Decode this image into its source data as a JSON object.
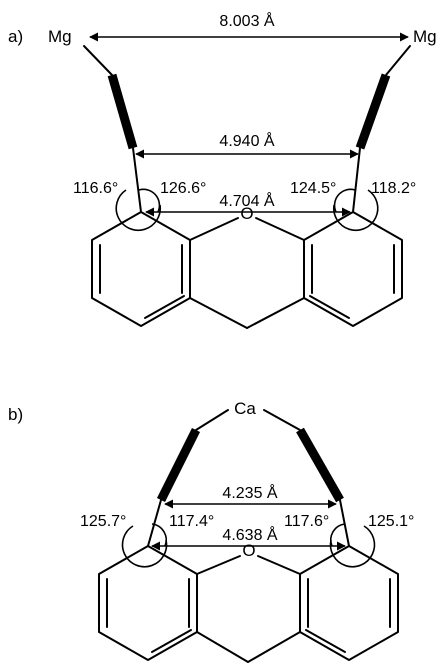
{
  "panel_a": {
    "label": "a)",
    "metal_left": "Mg",
    "metal_right": "Mg",
    "distance_metal": "8.003 Å",
    "distance_upper": "4.940 Å",
    "distance_lower": "4.704 Å",
    "angle_left_outer": "116.6°",
    "angle_left_inner": "126.6°",
    "angle_right_inner": "124.5°",
    "angle_right_outer": "118.2°",
    "oxygen": "O"
  },
  "panel_b": {
    "label": "b)",
    "metal": "Ca",
    "distance_upper": "4.235 Å",
    "distance_lower": "4.638 Å",
    "angle_left_outer": "125.7°",
    "angle_left_inner": "117.4°",
    "angle_right_inner": "117.6°",
    "angle_right_outer": "125.1°",
    "oxygen": "O"
  }
}
